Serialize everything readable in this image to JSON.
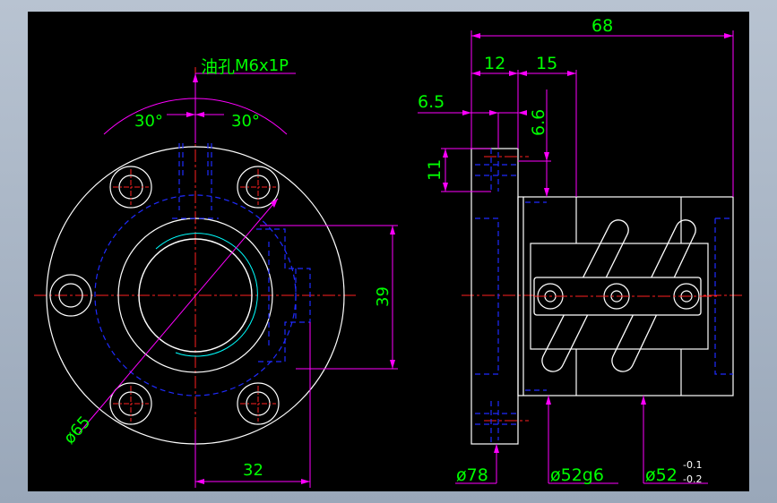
{
  "colors": {
    "background": "#000000",
    "outline": "#ffffff",
    "hidden": "#1f2bff",
    "center": "#ff2020",
    "dimension": "#ff00ff",
    "text": "#00ff00",
    "thread": "#00ffff",
    "cjk": "#00ff00"
  },
  "front_view": {
    "oil_hole_cjk": "油孔",
    "oil_hole_thread": "M6x1P",
    "angle_left": "30°",
    "angle_right": "30°",
    "dim_diameter_65": "ø65",
    "dim_39": "39",
    "dim_32": "32"
  },
  "side_view": {
    "dim_68": "68",
    "dim_12": "12",
    "dim_15": "15",
    "dim_6_5": "6.5",
    "dim_6_6": "6.6",
    "dim_11": "11",
    "dim_diameter_78": "ø78",
    "dim_diameter_52g6": "ø52g6",
    "dim_diameter_52": "ø52",
    "tol_upper": "-0.1",
    "tol_lower": "-0.2"
  }
}
